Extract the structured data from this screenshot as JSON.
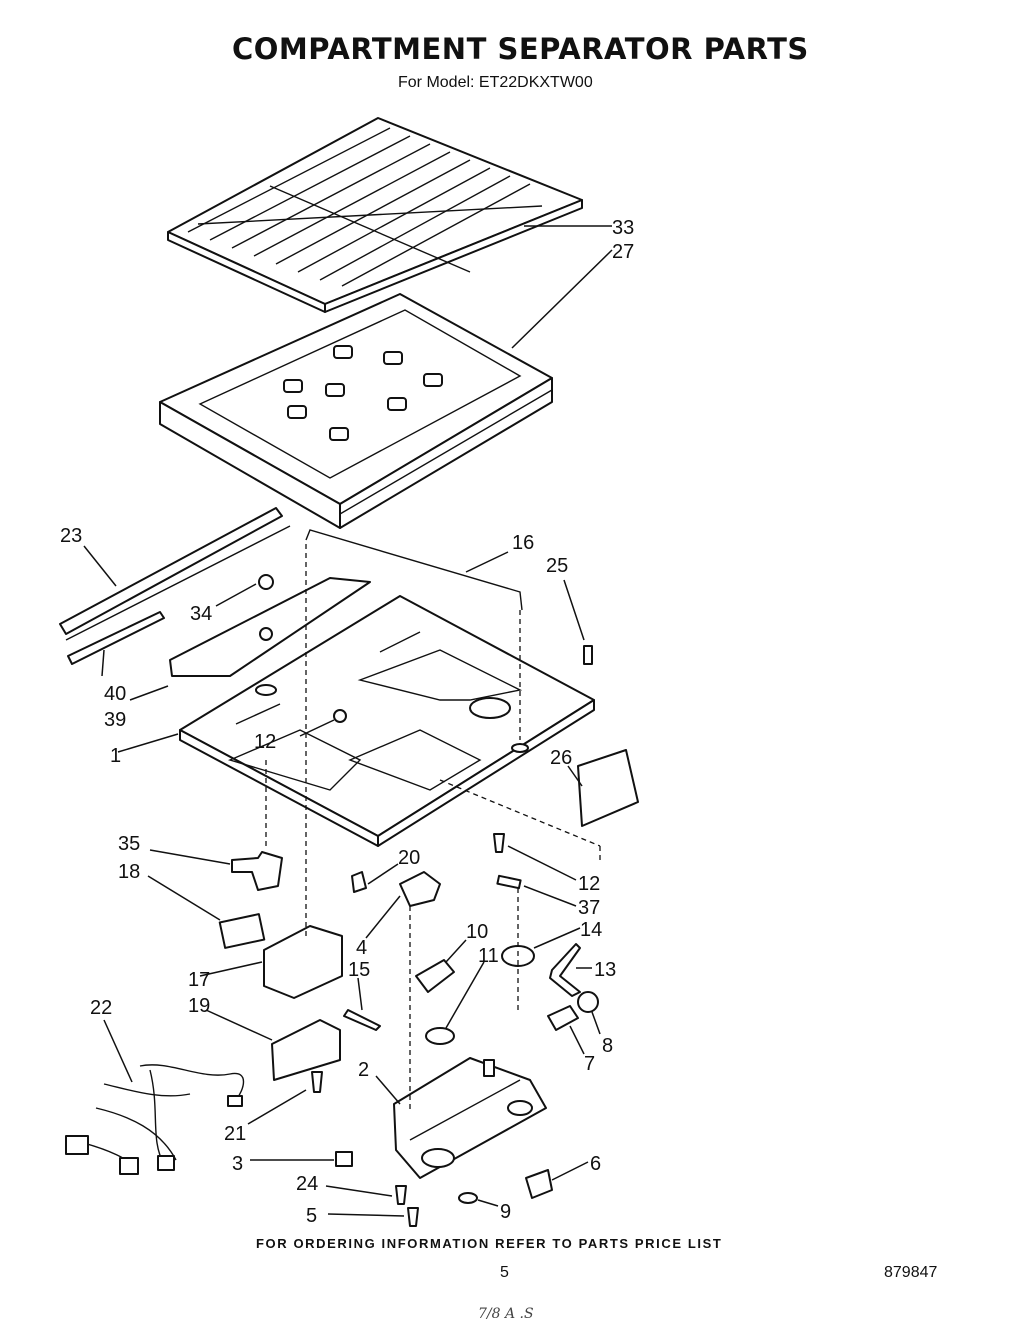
{
  "title": "COMPARTMENT SEPARATOR  PARTS",
  "model_line": "For Model: ET22DKXTW00",
  "footer_note": "FOR ORDERING INFORMATION REFER TO PARTS PRICE LIST",
  "page_number": "5",
  "doc_number": "879847",
  "handwritten_mark": "7/8 A  .S",
  "callouts": [
    "33",
    "27",
    "23",
    "16",
    "25",
    "34",
    "40",
    "39",
    "12",
    "1",
    "26",
    "35",
    "18",
    "20",
    "12",
    "37",
    "4",
    "10",
    "14",
    "15",
    "11",
    "13",
    "17",
    "19",
    "8",
    "22",
    "7",
    "2",
    "21",
    "3",
    "6",
    "24",
    "9",
    "5"
  ]
}
